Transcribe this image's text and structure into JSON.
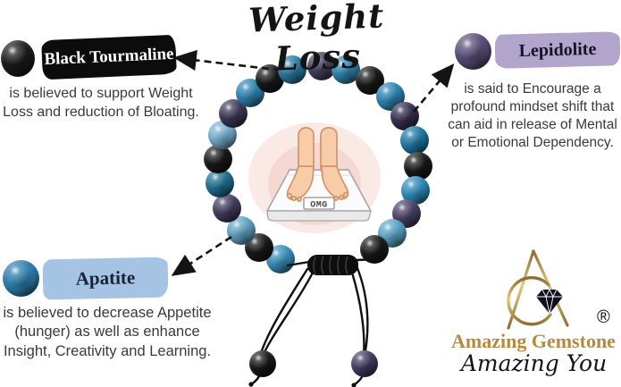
{
  "title": "Weight Loss",
  "scale_display": "OMG",
  "callouts": {
    "black_tourmaline": {
      "name": "Black Tourmaline",
      "description": "is believed to support Weight Loss and reduction of Bloating.",
      "pill_bg": "#0c0c0c",
      "pill_text_color": "#ffffff",
      "bead_color": "#1b1b1b"
    },
    "lepidolite": {
      "name": "Lepidolite",
      "description": "is said to Encourage a profound mindset shift that can aid in release of Mental or Emotional Dependency.",
      "pill_bg": "#b2a5cb",
      "pill_text_color": "#17122a",
      "bead_color": "#5a4e79"
    },
    "apatite": {
      "name": "Apatite",
      "description": "is believed to decrease Appetite (hunger) as well as enhance Insight, Creativity and Learning.",
      "pill_bg": "#a5c3e3",
      "pill_text_color": "#1a2238",
      "bead_color": "#2d7fae"
    }
  },
  "bracelet": {
    "beads": [
      {
        "angle": -88,
        "color": "#474063"
      },
      {
        "angle": -74,
        "color": "#2f85b2"
      },
      {
        "angle": -59,
        "color": "#191919"
      },
      {
        "angle": -44,
        "color": "#2c86b8"
      },
      {
        "angle": -30,
        "color": "#363052"
      },
      {
        "angle": -15,
        "color": "#1f7ba8"
      },
      {
        "angle": 0,
        "color": "#191919"
      },
      {
        "angle": 14,
        "color": "#2e8fc0"
      },
      {
        "angle": 28,
        "color": "#4a4268"
      },
      {
        "angle": 42,
        "color": "#5aa7c9"
      },
      {
        "angle": 56,
        "color": "#191919"
      },
      {
        "angle": 112,
        "color": "#3a93c0"
      },
      {
        "angle": 126,
        "color": "#191919"
      },
      {
        "angle": 140,
        "color": "#62a8c8"
      },
      {
        "angle": 155,
        "color": "#453e63"
      },
      {
        "angle": 170,
        "color": "#217295"
      },
      {
        "angle": 184,
        "color": "#191919"
      },
      {
        "angle": 198,
        "color": "#79b3d3"
      },
      {
        "angle": 212,
        "color": "#3f3959"
      },
      {
        "angle": 227,
        "color": "#2e86b5"
      },
      {
        "angle": 241,
        "color": "#191919"
      },
      {
        "angle": 255,
        "color": "#2a7ba6"
      }
    ],
    "hanging_beads": [
      {
        "color": "#181818"
      },
      {
        "color": "#433c63"
      }
    ]
  },
  "brand": {
    "name": "Amazing Gemstone",
    "tagline": "Amazing You",
    "registered": "®",
    "gold": "#b8893d"
  }
}
